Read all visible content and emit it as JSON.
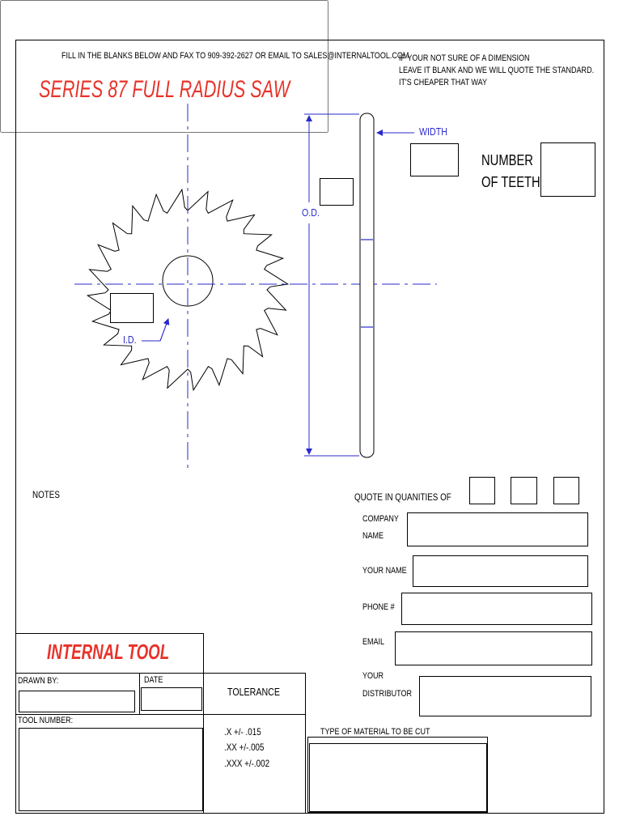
{
  "header": {
    "instructions": "FILL IN THE BLANKS BELOW AND FAX TO 909-392-2627 OR EMAIL TO SALES@INTERNALTOOL.COM",
    "note_line1": "IF YOUR NOT SURE OF A DIMENSION",
    "note_line2": "LEAVE IT BLANK AND WE WILL QUOTE THE STANDARD.",
    "note_line3": "IT'S CHEAPER THAT WAY"
  },
  "title": "SERIES 87 FULL RADIUS SAW",
  "diagram": {
    "width_label": "WIDTH",
    "od_label": "O.D.",
    "id_label": "I.D."
  },
  "teeth": {
    "label_line1": "NUMBER",
    "label_line2": "OF TEETH"
  },
  "notes_label": "NOTES",
  "quote_label": "QUOTE  IN QUANITIES  OF",
  "form": {
    "company_line1": "COMPANY",
    "company_line2": "NAME",
    "your_name": "YOUR NAME",
    "phone": "PHONE #",
    "email": "EMAIL",
    "distributor_line1": "YOUR",
    "distributor_line2": "DISTRIBUTOR"
  },
  "brand": "INTERNAL TOOL",
  "title_block": {
    "drawn_by": "DRAWN BY:",
    "date": "DATE",
    "tolerance": "TOLERANCE",
    "tool_number": "TOOL NUMBER:",
    "tol_x": ".X     +/- .015",
    "tol_xx": ".XX   +/-.005",
    "tol_xxx": ".XXX  +/-.002"
  },
  "material_label": "TYPE OF MATERIAL TO BE CUT",
  "colors": {
    "accent": "#e8332a",
    "dimension": "#2a2acc"
  }
}
